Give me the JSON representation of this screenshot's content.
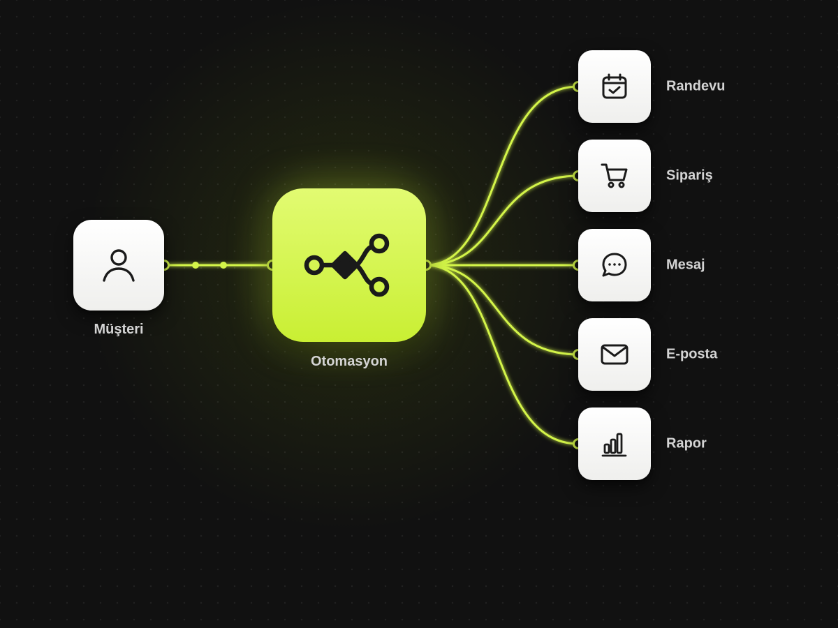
{
  "diagram": {
    "source": {
      "label": "Müşteri",
      "icon": "user-icon"
    },
    "hub": {
      "label": "Otomasyon",
      "icon": "workflow-branch-icon"
    },
    "outputs": [
      {
        "label": "Randevu",
        "icon": "calendar-check-icon"
      },
      {
        "label": "Sipariş",
        "icon": "shopping-cart-icon"
      },
      {
        "label": "Mesaj",
        "icon": "chat-bubble-icon"
      },
      {
        "label": "E-posta",
        "icon": "envelope-icon"
      },
      {
        "label": "Rapor",
        "icon": "bar-chart-icon"
      }
    ]
  },
  "colors": {
    "accent": "#d4f54a",
    "background": "#111111",
    "node": "#ffffff",
    "icon": "#1a1a1a",
    "label": "#d4d4d4"
  }
}
